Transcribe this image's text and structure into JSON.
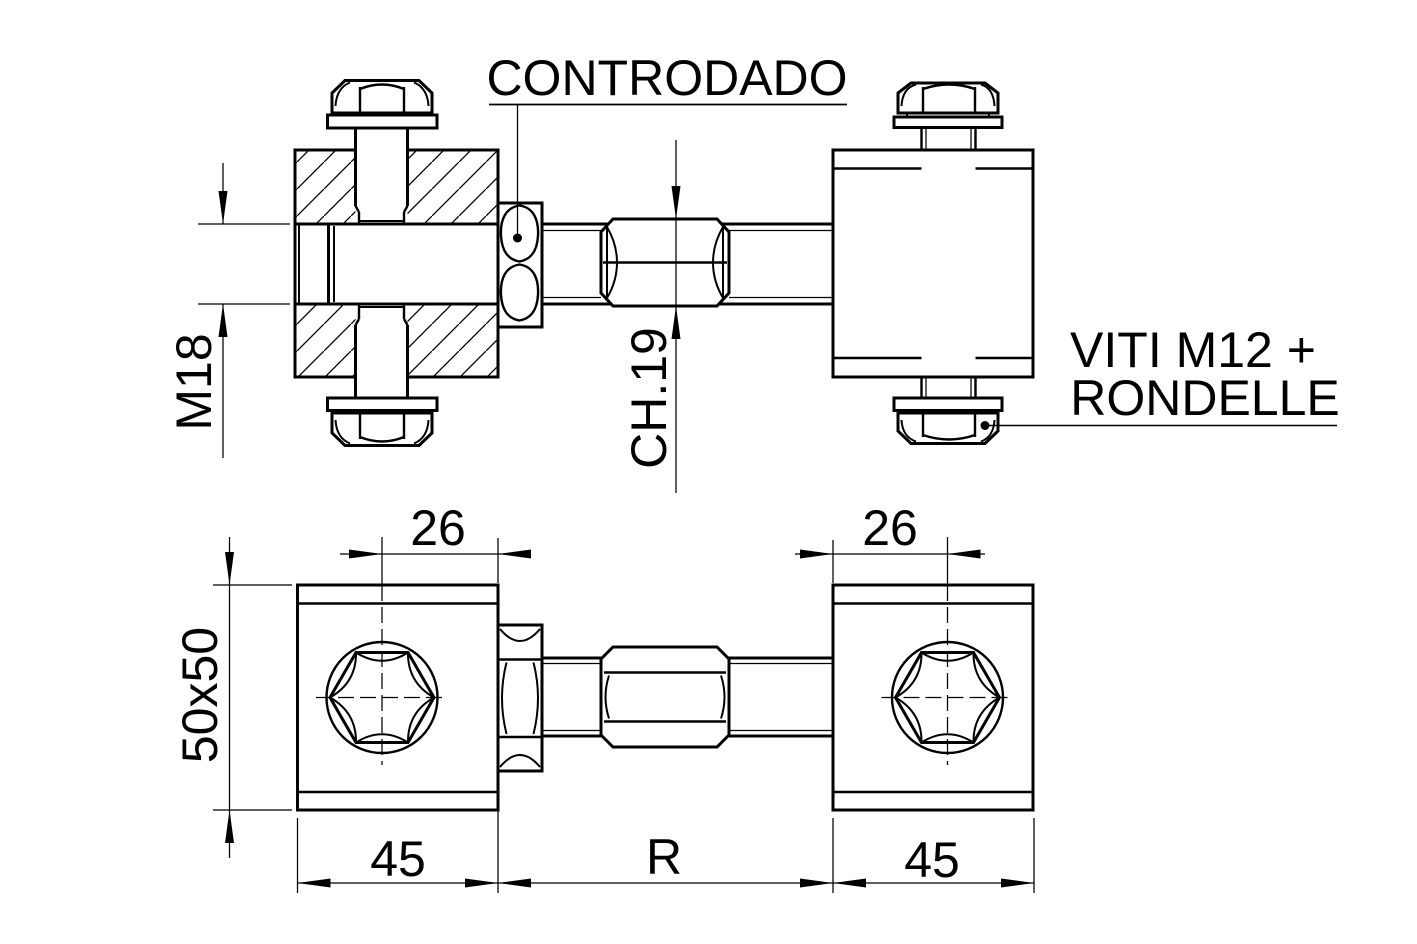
{
  "drawing": {
    "background": "#ffffff",
    "line_color": "#000000",
    "labels": {
      "title": "CONTRODADO",
      "note_line1": "VITI M12 +",
      "note_line2": "RONDELLE"
    },
    "dimensions": {
      "rod_thread": "M18",
      "coupler_wrench": "CH.19",
      "offset_left": "26",
      "offset_right": "26",
      "tube_profile": "50x50",
      "width_left": "45",
      "adjustment": "R",
      "width_right": "45"
    }
  }
}
